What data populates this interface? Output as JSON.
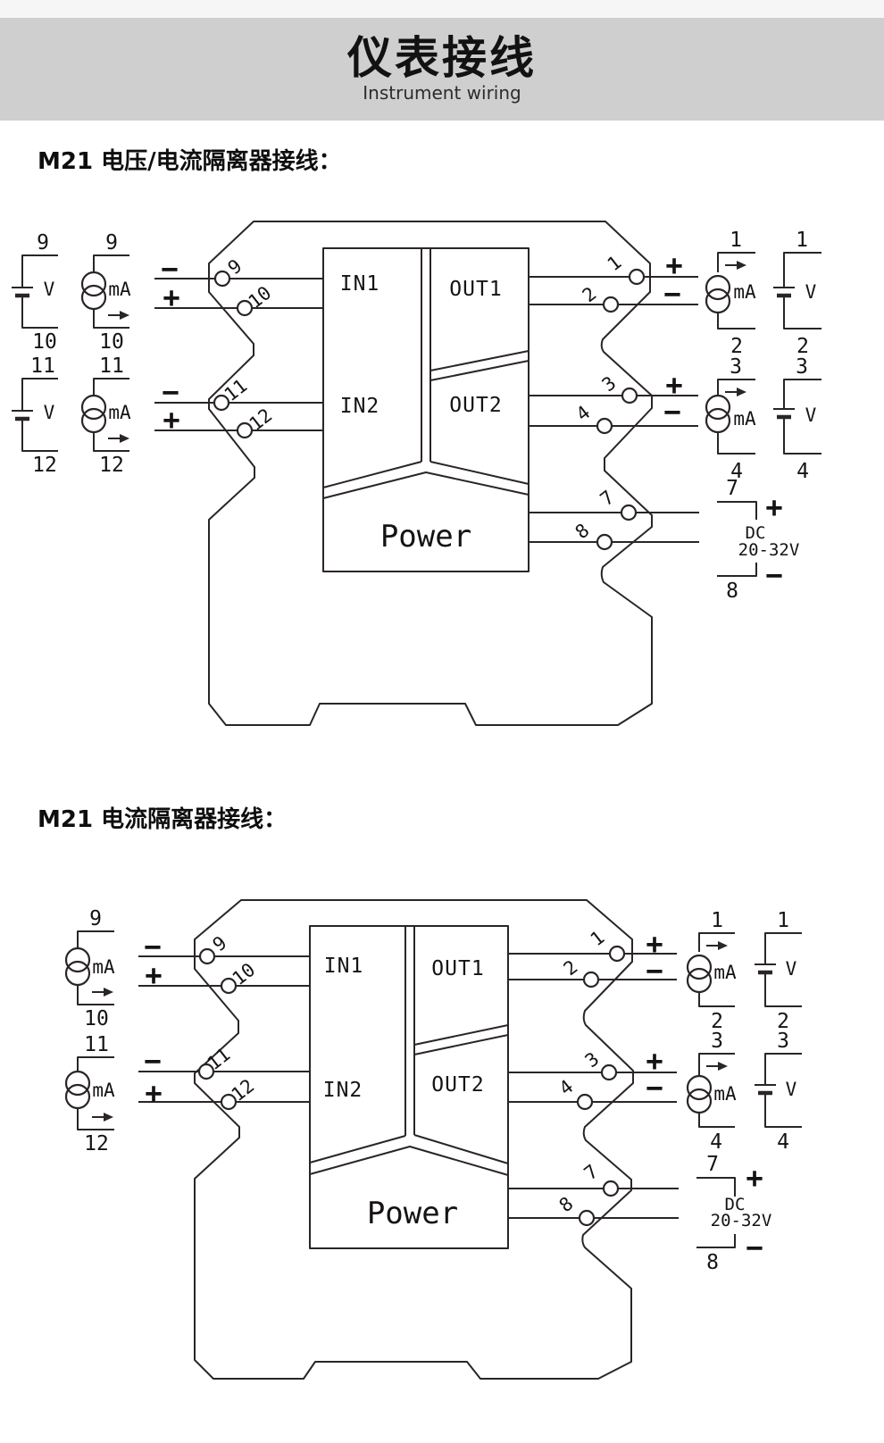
{
  "header": {
    "title": "仪表接线",
    "subtitle": "Instrument wiring"
  },
  "sections": {
    "s1": {
      "title": "M21 电压/电流隔离器接线："
    },
    "s2": {
      "title": "M21 电流隔离器接线："
    }
  },
  "module": {
    "in1": "IN1",
    "in2": "IN2",
    "out1": "OUT1",
    "out2": "OUT2",
    "power": "Power"
  },
  "components": {
    "current": "mA",
    "voltage": "V",
    "dc": "DC",
    "dc_range": "20-32V"
  },
  "signs": {
    "plus": "+",
    "minus": "−"
  },
  "terminals": {
    "t1": "1",
    "t2": "2",
    "t3": "3",
    "t4": "4",
    "t7": "7",
    "t8": "8",
    "t9": "9",
    "t10": "10",
    "t11": "11",
    "t12": "12"
  }
}
